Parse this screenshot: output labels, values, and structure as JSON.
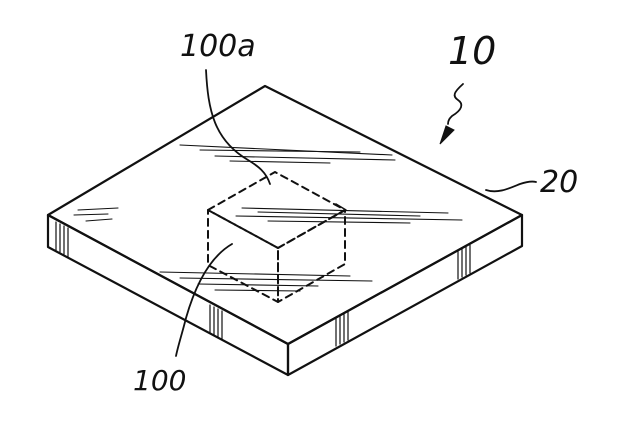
{
  "figure": {
    "ref_device": "10",
    "ref_substrate": "20",
    "ref_element": "100",
    "ref_element_top": "100a"
  },
  "colors": {
    "ink": "#111111",
    "background": "#ffffff"
  }
}
